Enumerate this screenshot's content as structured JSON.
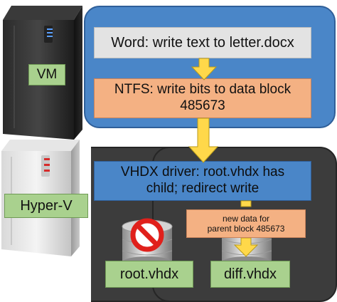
{
  "vm_panel": {
    "word_step": "Word: write text to letter.docx",
    "ntfs_step_line1": "NTFS: write bits to data block",
    "ntfs_step_line2": "485673",
    "vm_label": "VM"
  },
  "host_panel": {
    "vhdx_step_line1": "VHDX driver: root.vhdx has",
    "vhdx_step_line2": "child; redirect write",
    "new_data_line1": "new data for",
    "new_data_line2": "parent block 485673",
    "hyperv_label": "Hyper-V",
    "root_disk_label": "root.vhdx",
    "diff_disk_label": "diff.vhdx"
  },
  "colors": {
    "vm_panel": "#4a86c8",
    "host_panel": "#3c3c3c",
    "step_gray": "#e3e3e3",
    "step_orange": "#f4b183",
    "step_blue": "#4a86c8",
    "label_green": "#a9d18e",
    "arrow_yellow": "#ffd84a",
    "blocked_red": "#e0201b"
  },
  "icons": {
    "vm_server": "server-tower-icon",
    "host_server": "server-tower-icon",
    "root_disk": "database-cylinder-icon",
    "diff_disk": "database-cylinder-icon",
    "blocked": "prohibited-icon"
  }
}
